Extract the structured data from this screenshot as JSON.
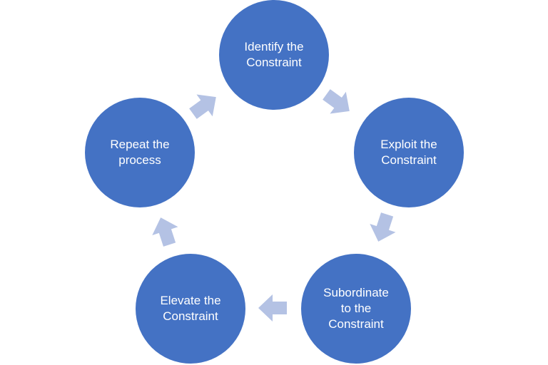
{
  "diagram": {
    "type": "cycle",
    "colors": {
      "node_fill": "#4472c4",
      "node_text": "#ffffff",
      "arrow_fill": "#b4c2e4",
      "background": "#ffffff"
    },
    "nodes": [
      {
        "id": "identify",
        "label": "Identify the\nConstraint"
      },
      {
        "id": "exploit",
        "label": "Exploit the\nConstraint"
      },
      {
        "id": "subordinate",
        "label": "Subordinate\nto the\nConstraint"
      },
      {
        "id": "elevate",
        "label": "Elevate the\nConstraint"
      },
      {
        "id": "repeat",
        "label": "Repeat the\nprocess"
      }
    ],
    "edges": [
      {
        "from": "identify",
        "to": "exploit"
      },
      {
        "from": "exploit",
        "to": "subordinate"
      },
      {
        "from": "subordinate",
        "to": "elevate"
      },
      {
        "from": "elevate",
        "to": "repeat"
      },
      {
        "from": "repeat",
        "to": "identify"
      }
    ]
  }
}
